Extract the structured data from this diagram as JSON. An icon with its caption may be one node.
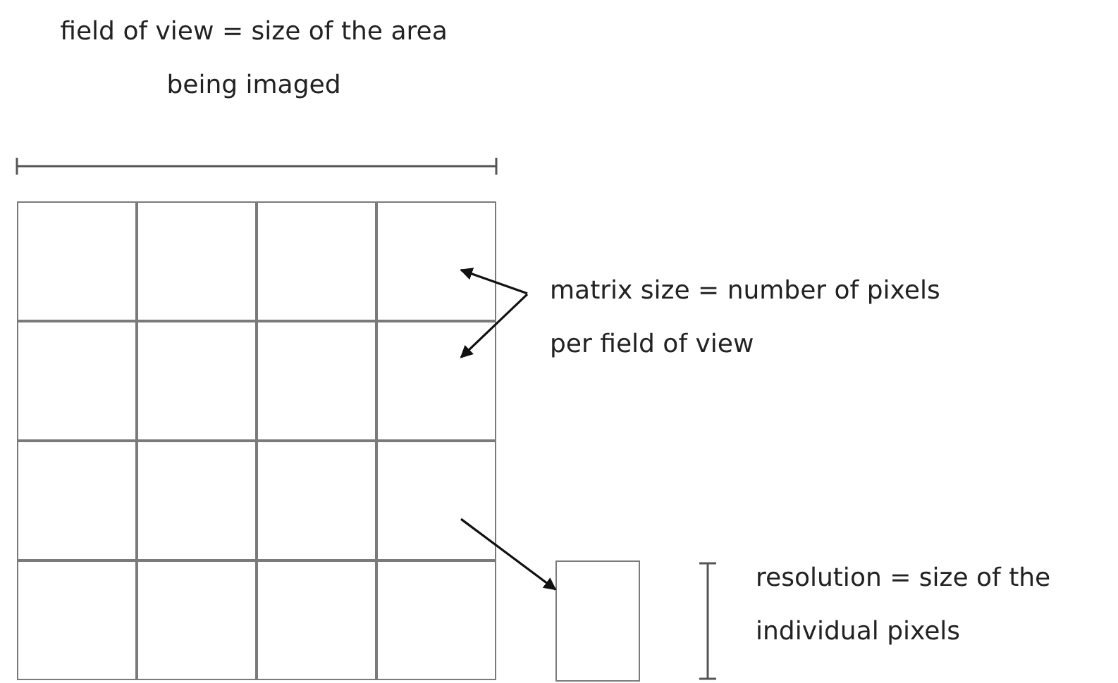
{
  "diagram": {
    "nodes": [
      {
        "text": [],
        "shape": "box"
      },
      {
        "text": [],
        "shape": "box"
      },
      {
        "text": [],
        "shape": "box"
      },
      {
        "text": [],
        "shape": "box"
      },
      {
        "text": [],
        "shape": "box"
      },
      {
        "text": [],
        "shape": "box"
      },
      {
        "text": [],
        "shape": "box"
      },
      {
        "text": [],
        "shape": "box"
      },
      {
        "text": [],
        "shape": "box"
      },
      {
        "text": [],
        "shape": "box"
      },
      {
        "text": [],
        "shape": "box"
      },
      {
        "text": [],
        "shape": "box"
      },
      {
        "text": [],
        "shape": "box"
      },
      {
        "text": [],
        "shape": "box"
      },
      {
        "text": [],
        "shape": "box"
      },
      {
        "text": [],
        "shape": "box"
      },
      {
        "text": [],
        "shape": "box"
      },
      {
        "text": [
          "matrix size = number of pixels per field of view"
        ]
      }
    ],
    "edges": [
      {
        "from": 17,
        "to": 3,
        "arrow": "to"
      },
      {
        "from": 17,
        "to": 7,
        "arrow": "to"
      },
      {
        "from": 11,
        "to": 16,
        "arrow": "to"
      }
    ],
    "labels": [
      "field of view = size of the area being imaged",
      "resolution = size of the individual pixels"
    ]
  }
}
